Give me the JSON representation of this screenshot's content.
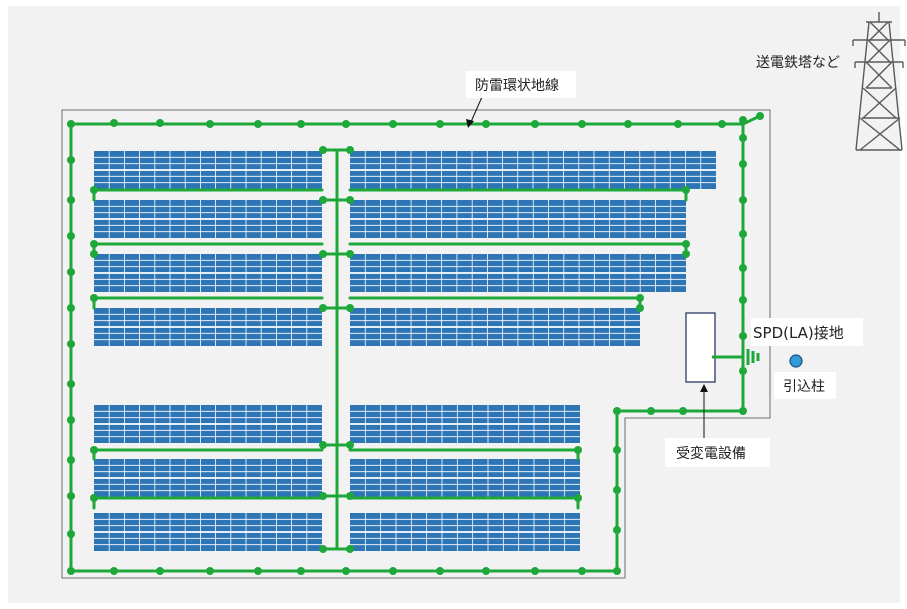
{
  "labels": {
    "ground_wire": "防雷環状地線",
    "tower": "送電鉄塔など",
    "spd": "SPD(LA)接地",
    "pole": "引込柱",
    "substation": "受変電設備"
  },
  "colors": {
    "background": "#f2f2f2",
    "ground_wire": "#1fa83a",
    "panel": "#2e75b6",
    "panel_grid": "#ffffff",
    "tower": "#5a5a5a",
    "pole": "#2e9bd6",
    "outline": "#7f7f7f"
  },
  "icons": {
    "tower": "transmission-tower-icon",
    "pole": "lead-in-pole-icon",
    "ground": "ground-symbol-icon"
  }
}
